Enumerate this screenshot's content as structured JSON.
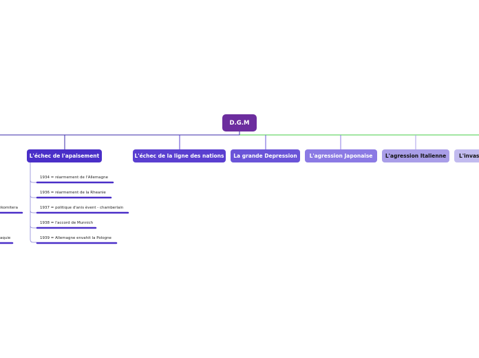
{
  "root": {
    "label": "D.G.M",
    "color": "#6c2d9e"
  },
  "topics": [
    {
      "key": "apaisement",
      "label": "L'échec de l'apaisement",
      "color": "#4a2fc8",
      "text_color": "#ffffff"
    },
    {
      "key": "nations",
      "label": "L'échec de la ligne des nations",
      "color": "#5a3fd0",
      "text_color": "#ffffff"
    },
    {
      "key": "depression",
      "label": "La grande Depression",
      "color": "#6a54d8",
      "text_color": "#ffffff"
    },
    {
      "key": "japonaise",
      "label": "L'agression Japonaise",
      "color": "#8b7ae4",
      "text_color": "#ffffff"
    },
    {
      "key": "italienne",
      "label": "L'agression Italienne",
      "color": "#a99ee8",
      "text_color": "#111111"
    },
    {
      "key": "invasion",
      "label": "L'invas",
      "color": "#c2bbef",
      "text_color": "#111111"
    }
  ],
  "subtopics": [
    "1934 = réarmement de l'Allemagne",
    "1936 = réarmement de la Rheanie",
    "1937 = politique d'anis èvent - chamberlain",
    "1938 = l'accord de Munnich",
    "1939 = Allemagne envahit la Pologne"
  ],
  "left_cut_labels": [
    "ikomitera",
    "aquie"
  ],
  "colors": {
    "line_left": "#3a2aa8",
    "line_right": "#44cc44",
    "underline": "#4a2fc8",
    "branch": "#8c84d8"
  }
}
